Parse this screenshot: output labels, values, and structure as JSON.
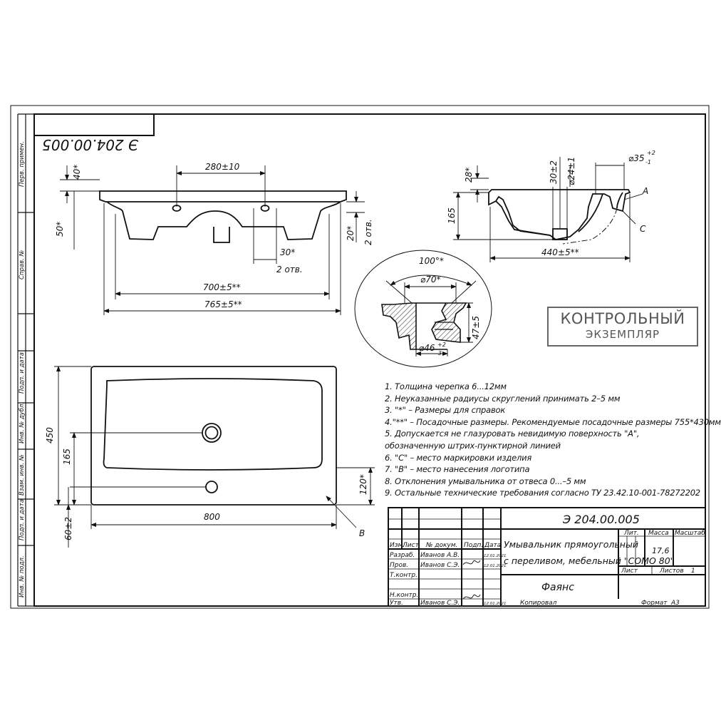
{
  "doc_number": "Э 204.00.005",
  "doc_number_mirror": "Э 204.00.005",
  "side_labels": {
    "perv_primen": "Перв. примен.",
    "sprav_no": "Справ. №",
    "podp_data_1": "Подп. и дата",
    "inv_dubl": "Инв. № дубл.",
    "vzam_inv": "Взам. инв. №",
    "podp_data_2": "Подп. и дата",
    "inv_podl": "Инв. № подл."
  },
  "front_view": {
    "dim_top": "280±10",
    "dim_40": "40*",
    "dim_50": "50*",
    "dim_20": "20*",
    "holes_2": "2 отв.",
    "dim_30": "30*",
    "holes_2b": "2 отв.",
    "dim_700": "700±5**",
    "dim_765": "765±5**"
  },
  "side_view": {
    "dim_28": "28*",
    "dim_30": "30±2",
    "dim_24": "⌀24±1",
    "dim_35": "⌀35",
    "dim_35_tol_up": "+2",
    "dim_35_tol_dn": "-1",
    "label_a": "А",
    "label_c": "С",
    "dim_165": "165",
    "dim_440": "440±5**"
  },
  "detail_view": {
    "dim_100": "100°*",
    "dim_70": "⌀70*",
    "dim_47": "47±5",
    "dim_46": "⌀46",
    "dim_46_tol_up": "+2",
    "dim_46_tol_dn": "-3"
  },
  "top_view": {
    "dim_450": "450",
    "dim_165": "165",
    "dim_60": "60±2",
    "dim_800": "800",
    "dim_120": "120*",
    "label_b": "В"
  },
  "stamp": {
    "line1": "КОНТРОЛЬНЫЙ",
    "line2": "ЭКЗЕМПЛЯР"
  },
  "notes": [
    "1. Толщина черепка 6...12мм",
    "2. Неуказанные радиусы скруглений принимать 2–5 мм",
    "3. \"*\" – Размеры для справок",
    "4.\"**\" – Посадочные размеры. Рекомендуемые посадочные размеры 755*430мм",
    "5. Допускается не глазуровать невидимую поверхность \"А\",",
    "обозначенную штрих-пунктирной линией",
    "6. \"С\" – место маркировки изделия",
    "7. \"В\" – место нанесения логотипа",
    "8. Отклонения умывальника от отвеса 0...–5 мм",
    "9. Остальные технические требования согласно ТУ 23.42.10-001-78272202"
  ],
  "title_block": {
    "doc_number": "Э 204.00.005",
    "hdr_izm": "Изм.",
    "hdr_list": "Лист",
    "hdr_ndokum": "№ докум.",
    "hdr_podp": "Подп.",
    "hdr_data": "Дата",
    "row_razrab": "Разраб.",
    "row_prov": "Пров.",
    "row_tkontr": "Т.контр.",
    "row_nkontr": "Н.контр.",
    "row_utv": "Утв.",
    "name_razrab": "Иванов А.В.",
    "name_prov": "Иванов С.Э.",
    "name_utv": "Иванов С.Э.",
    "date_1": "12.01.2021",
    "date_2": "12.01.2021",
    "date_3": "12.01.2021",
    "title_line1": "Умывальник прямоугольный",
    "title_line2": "с переливом, мебельный \"СОМО 80\"",
    "col_lit": "Лит.",
    "col_massa": "Масса",
    "col_masshtab": "Масштаб",
    "massa_value": "17,6",
    "list_label": "Лист",
    "listov_label": "Листов",
    "listov_value": "1",
    "material": "Фаянс",
    "kopiroval": "Копировал",
    "format_label": "Формат",
    "format_value": "А3"
  }
}
